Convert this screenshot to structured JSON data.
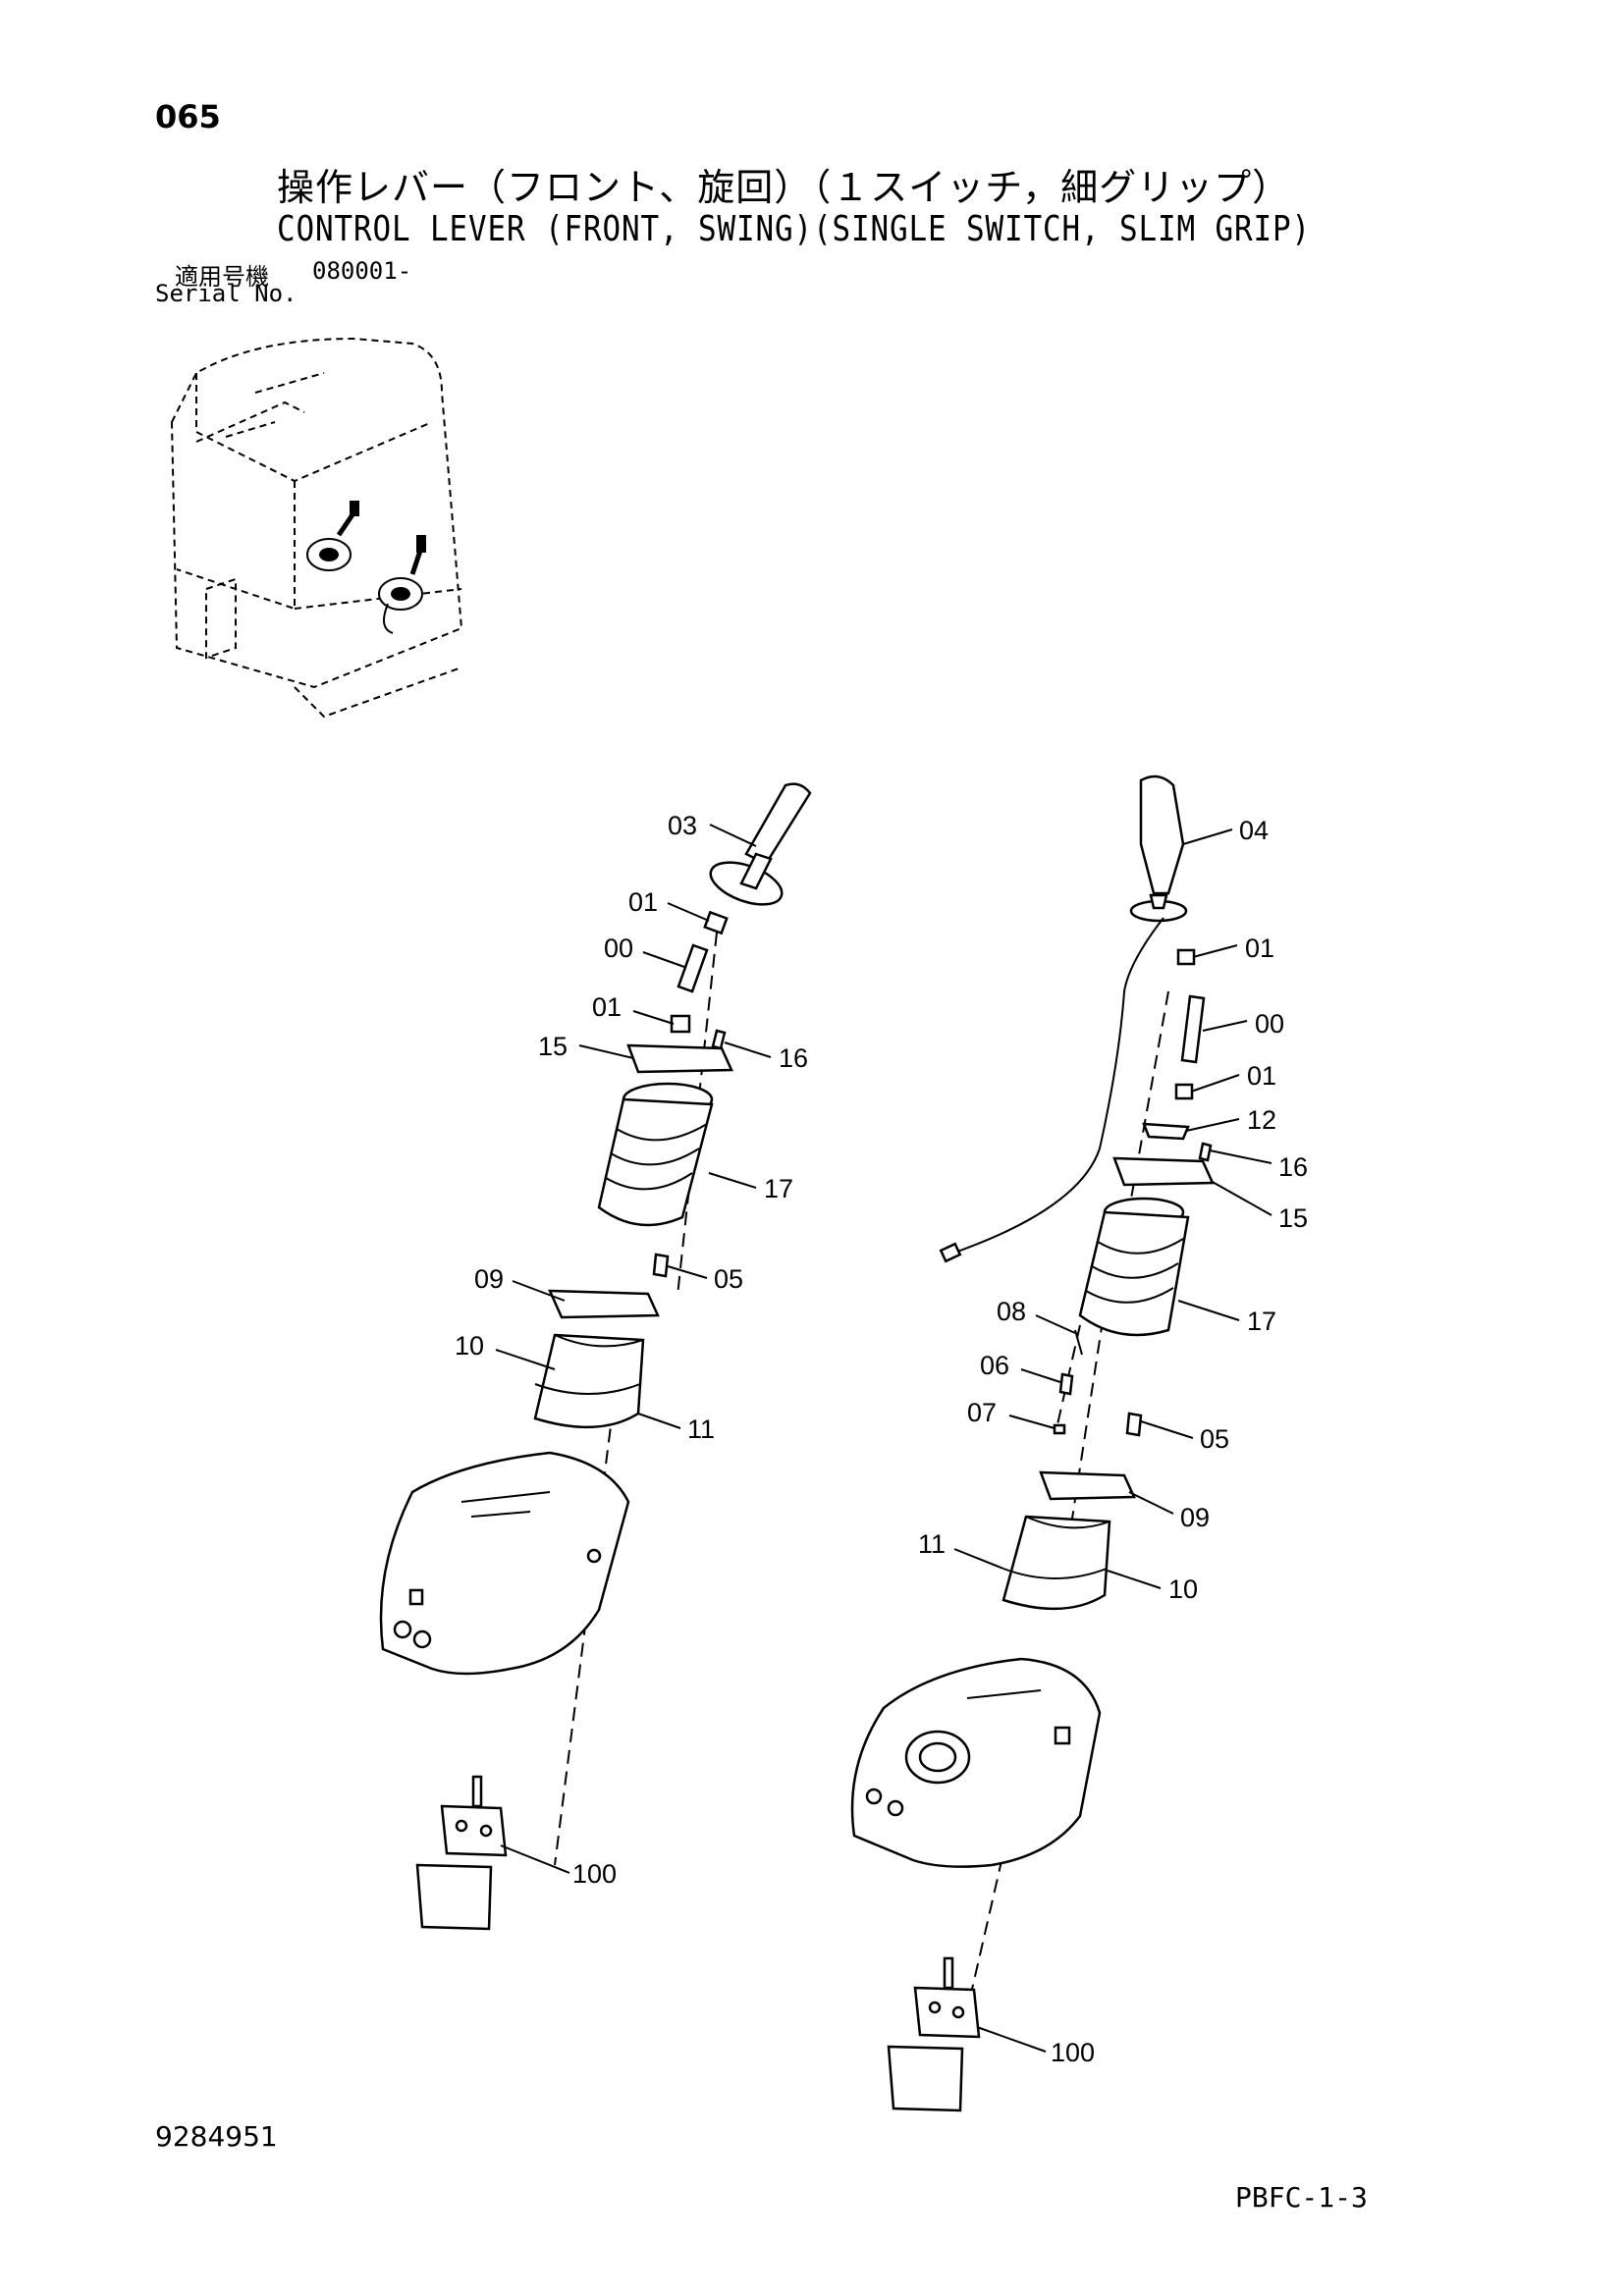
{
  "page_number": "065",
  "title_jp": "操作レバー（フロント、旋回）（１スイッチ，細グリップ）",
  "title_en": "CONTROL LEVER (FRONT, SWING)(SINGLE SWITCH, SLIM GRIP)",
  "serial": {
    "label_jp": "適用号機",
    "label_en": "Serial No.",
    "value": "080001-"
  },
  "document_number": "9284951",
  "page_code": "PBFC-1-3",
  "callouts_left": [
    "03",
    "01",
    "00",
    "01",
    "15",
    "16",
    "17",
    "09",
    "05",
    "10",
    "11",
    "100"
  ],
  "callouts_right": [
    "04",
    "01",
    "00",
    "01",
    "12",
    "16",
    "15",
    "17",
    "08",
    "06",
    "07",
    "05",
    "09",
    "11",
    "10",
    "100"
  ]
}
